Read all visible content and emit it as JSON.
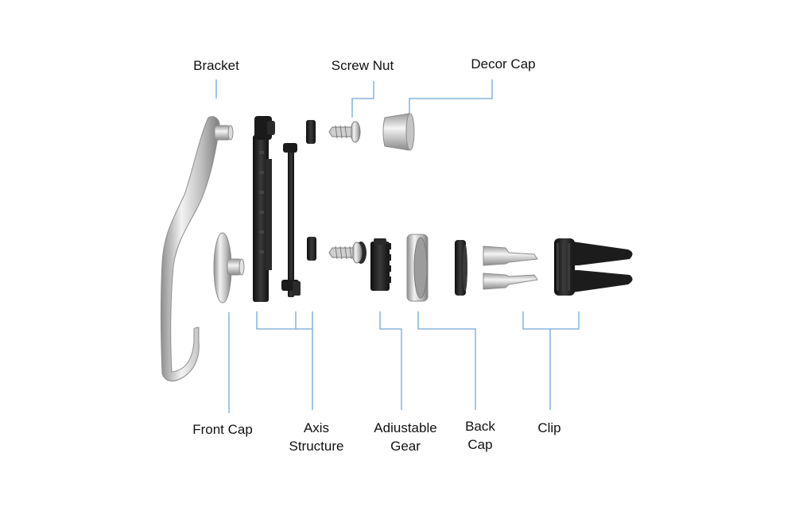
{
  "labels": {
    "bracket": "Bracket",
    "screw_nut": "Screw Nut",
    "decor_cap": "Decor Cap",
    "front_cap": "Front Cap",
    "axis_structure_1": "Axis",
    "axis_structure_2": "Structure",
    "adjustable_gear_1": "Adiustable",
    "adjustable_gear_2": "Gear",
    "back_cap_1": "Back",
    "back_cap_2": "Cap",
    "clip": "Clip"
  },
  "colors": {
    "leader_line": "#6fa8d8",
    "part_dark": "#1c1c1c",
    "part_silver": "#cfcfcf"
  }
}
